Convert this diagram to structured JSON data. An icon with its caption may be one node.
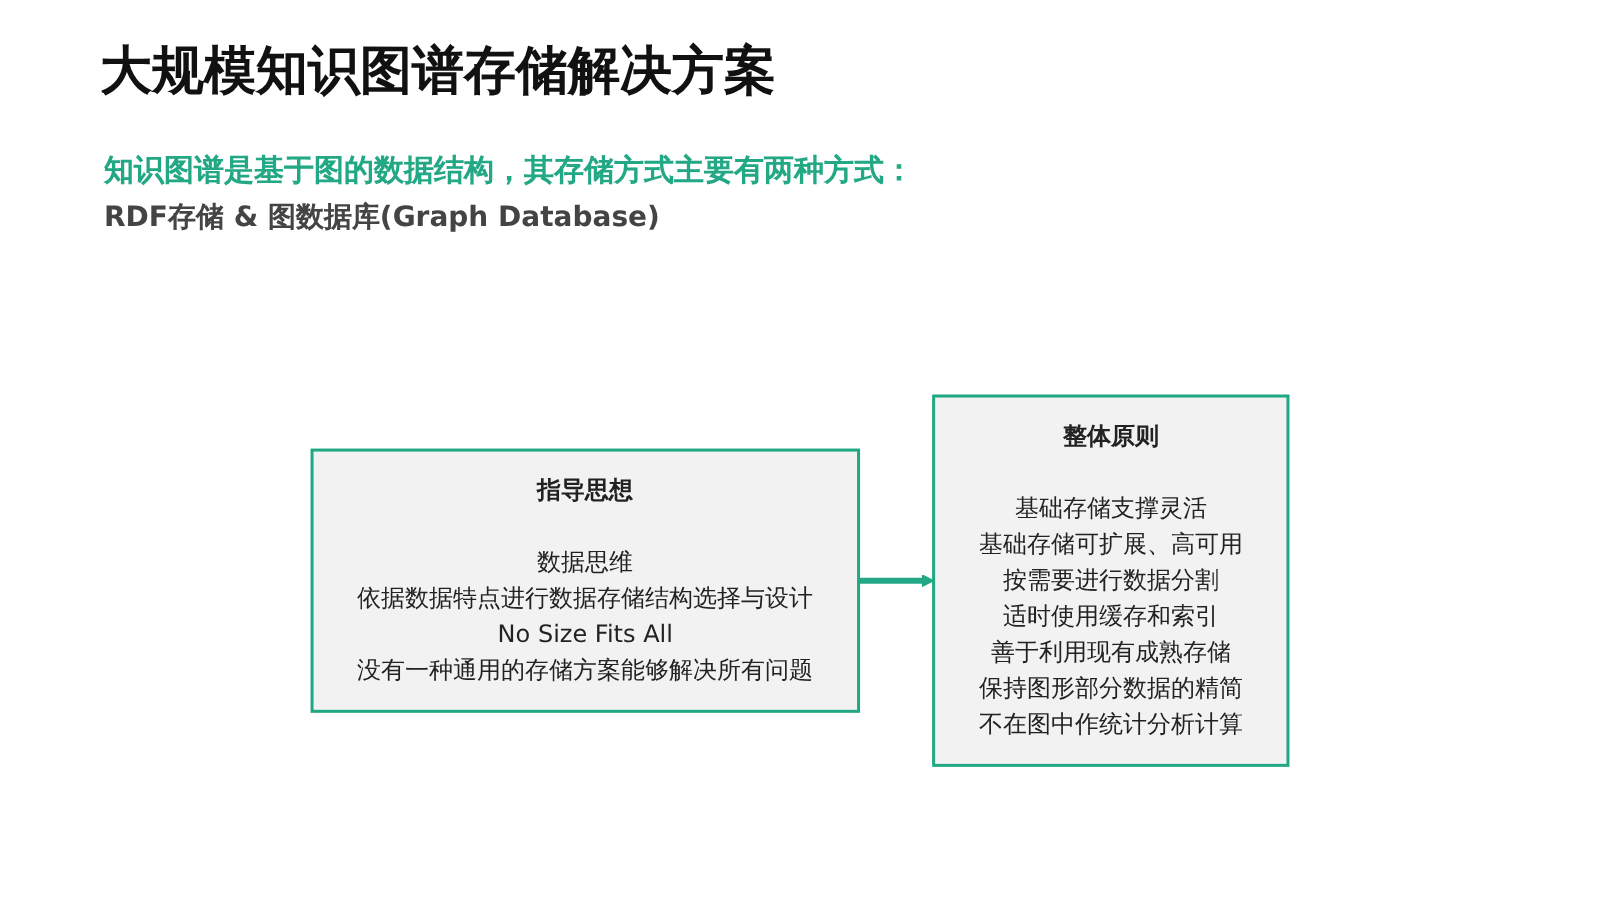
{
  "diagram": {
    "title": "大规模知识图谱存储解决方案",
    "nodes": [
      {
        "text": [
          "指导思想",
          "数据思维",
          "依据数据特点进行数据存储结构选择与设计",
          "No Size Fits All",
          "没有一种通用的存储方案能够解决所有问题"
        ]
      },
      {
        "text": [
          "整体原则",
          "基础存储支撑灵活",
          "基础存储可扩展、高可用",
          "按需要进行数据分割",
          "适时使用缓存和索引",
          "善于利用现有成熟存储",
          "保持图形部分数据的精简",
          "不在图中作统计分析计算"
        ]
      }
    ],
    "edges": [
      {
        "from": 0,
        "to": 1,
        "arrow": "to"
      }
    ],
    "labels": [
      "知识图谱是基于图的数据结构，其存储方式主要有两种方式：",
      "RDF存储 & 图数据库(Graph Database)"
    ]
  }
}
